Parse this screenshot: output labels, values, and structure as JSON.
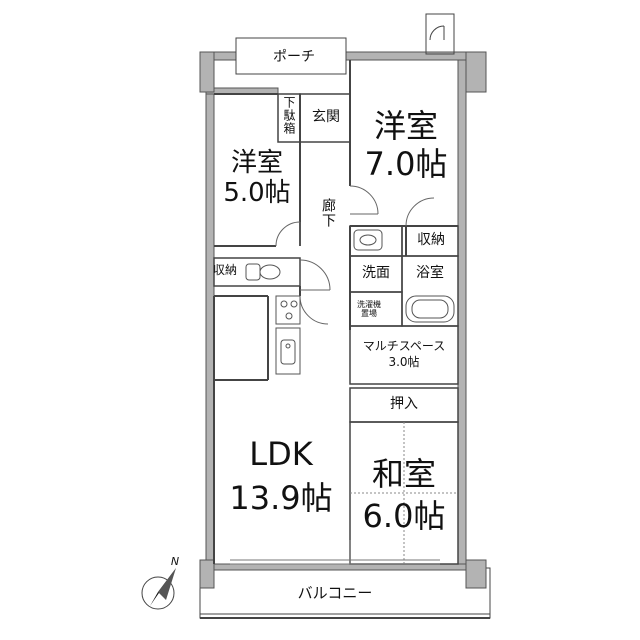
{
  "rooms": {
    "porch": {
      "label": "ポーチ"
    },
    "genkan": {
      "label": "玄関"
    },
    "getabako": {
      "label": "下駄箱"
    },
    "western_small": {
      "name": "洋室",
      "size": "5.0帖"
    },
    "western_large": {
      "name": "洋室",
      "size": "7.0帖"
    },
    "hallway": {
      "label": "廊下"
    },
    "storage_left": {
      "label": "収納"
    },
    "storage_right": {
      "label": "収納"
    },
    "washroom": {
      "label": "洗面"
    },
    "bathroom": {
      "label": "浴室"
    },
    "laundry": {
      "label": "洗濯機置場"
    },
    "multi_space": {
      "name": "マルチスペース",
      "size": "3.0帖"
    },
    "oshiire": {
      "label": "押入"
    },
    "ldk": {
      "name": "LDK",
      "size": "13.9帖"
    },
    "washitsu": {
      "name": "和室",
      "size": "6.0帖"
    },
    "balcony": {
      "label": "バルコニー"
    }
  },
  "compass": {
    "label": "N",
    "icon": "north-arrow-icon"
  },
  "colors": {
    "wall": "#b3b3b3",
    "line": "#444444",
    "text": "#111111"
  }
}
